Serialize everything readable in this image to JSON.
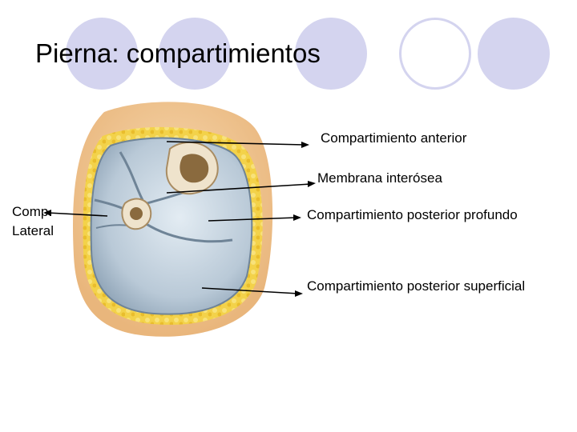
{
  "slide": {
    "title": "Pierna: compartimientos",
    "decor_color": "#d4d4ef"
  },
  "diagram": {
    "labels": {
      "anterior": "Compartimiento anterior",
      "interosea": "Membrana interósea",
      "lateral_line1": "Comp.",
      "lateral_line2": "Lateral",
      "posterior_profundo": "Compartimiento posterior profundo",
      "posterior_superficial": "Compartimiento posterior superficial"
    }
  }
}
